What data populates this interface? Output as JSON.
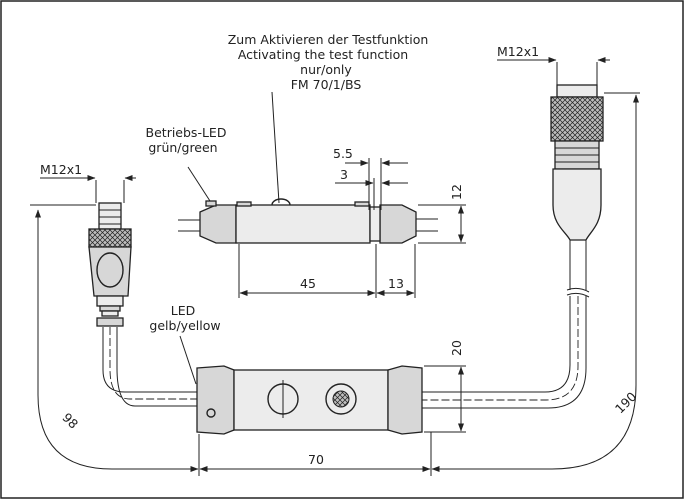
{
  "labels": {
    "test_line1": "Zum Aktivieren der Testfunktion",
    "test_line2": "Activating the test function",
    "test_line3": "nur/only",
    "test_line4": "FM 70/1/BS",
    "betriebs_line1": "Betriebs-LED",
    "betriebs_line2": "grün/green",
    "led_line1": "LED",
    "led_line2": "gelb/yellow"
  },
  "dimensions": {
    "thread_left": "M12x1",
    "thread_right": "M12x1",
    "d_5_5": "5.5",
    "d_3": "3",
    "d_12": "12",
    "d_45": "45",
    "d_13": "13",
    "d_20": "20",
    "d_70": "70",
    "d_98": "98",
    "d_190": "190"
  }
}
